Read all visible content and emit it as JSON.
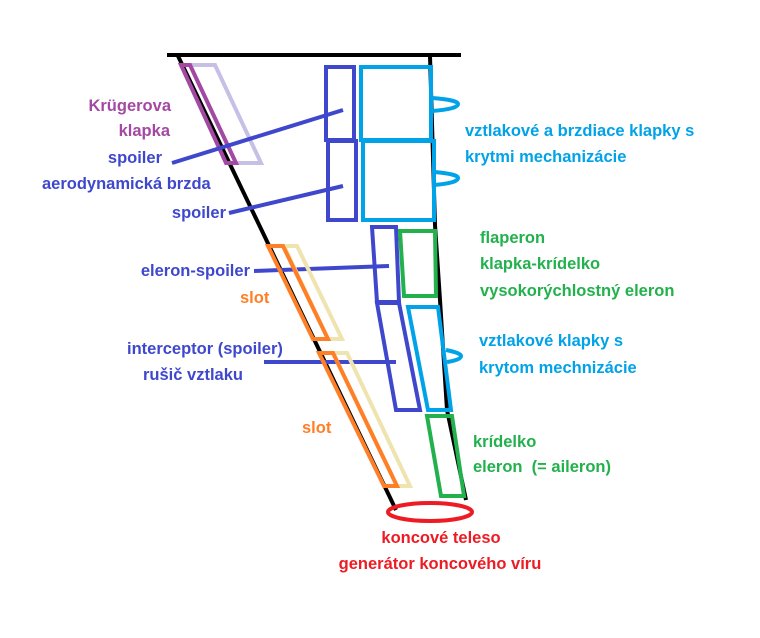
{
  "title": "Wing control surfaces diagram",
  "colors": {
    "wing": "#000000",
    "kruger": "#a349a4",
    "kruger_ghost": "#c8bfe7",
    "spoiler": "#3f48cc",
    "flap": "#00a2e8",
    "aileron": "#22b14c",
    "slot": "#ff7f27",
    "slot_ghost": "#efe4b0",
    "wingtip": "#ed1c24"
  },
  "labels": {
    "kruger_1": "Krügerova",
    "kruger_2": "klapka",
    "spoiler_brake_1": "spoiler",
    "spoiler_brake_2": "aerodynamická brzda",
    "spoiler_2": "spoiler",
    "flaps_1": "vztlakové a brzdiace klapky s",
    "flaps_2": "krytmi mechanizácie",
    "flaperon_1": "flaperon",
    "flaperon_2": "klapka-krídelko",
    "flaperon_3": "vysokorýchlostný eleron",
    "aileron_spoiler": "eleron-spoiler",
    "slot_1": "slot",
    "outer_flaps_1": "vztlakové klapky s",
    "outer_flaps_2": "krytom mechnizácie",
    "interceptor_1": "interceptor (spoiler)",
    "interceptor_2": "rušič vztlaku",
    "slot_2": "slot",
    "aileron_1": "krídelko",
    "aileron_2": "eleron  (= aileron)",
    "wingtip_1": "koncové teleso",
    "wingtip_2": "generátor koncového víru"
  }
}
